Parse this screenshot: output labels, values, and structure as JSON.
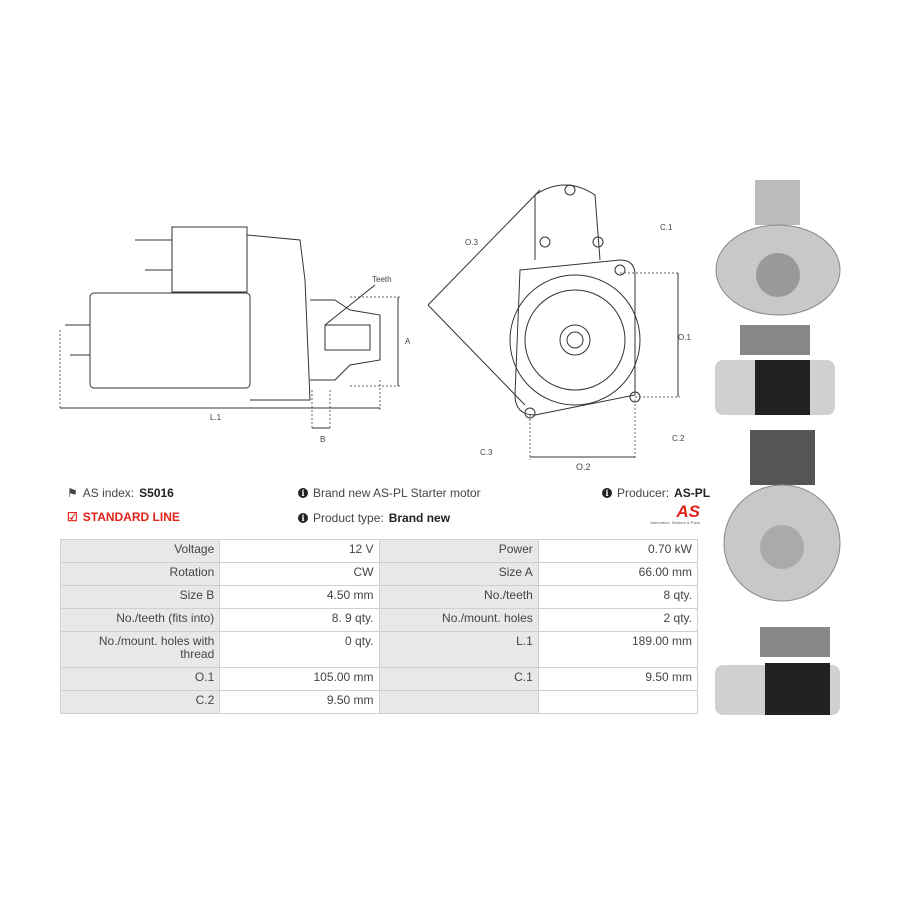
{
  "drawing_labels": {
    "teeth": "Teeth",
    "a": "A",
    "b": "B",
    "l1": "L.1",
    "o3": "O.3",
    "c1": "C.1",
    "o1": "O.1",
    "c2": "C.2",
    "o2": "O.2",
    "c3": "C.3"
  },
  "info": {
    "as_index_label": "AS index:",
    "as_index_value": "S5016",
    "standard_line": "STANDARD LINE",
    "description": "Brand new AS-PL Starter motor",
    "product_type_label": "Product type:",
    "product_type_value": "Brand new",
    "producer_label": "Producer:",
    "producer_value": "AS-PL",
    "logo_text": "AS",
    "logo_caption": "Alternators, Starters & Parts"
  },
  "colors": {
    "accent": "#e2231a",
    "key_bg": "#e8e8e8"
  },
  "specs": [
    [
      {
        "k": "Voltage",
        "v": "12 V"
      },
      {
        "k": "Power",
        "v": "0.70 kW"
      }
    ],
    [
      {
        "k": "Rotation",
        "v": "CW"
      },
      {
        "k": "Size A",
        "v": "66.00 mm"
      }
    ],
    [
      {
        "k": "Size B",
        "v": "4.50 mm"
      },
      {
        "k": "No./teeth",
        "v": "8 qty."
      }
    ],
    [
      {
        "k": "No./teeth (fits into)",
        "v": "8. 9 qty."
      },
      {
        "k": "No./mount. holes",
        "v": "2 qty."
      }
    ],
    [
      {
        "k": "No./mount. holes with thread",
        "v": "0 qty."
      },
      {
        "k": "L.1",
        "v": "189.00 mm"
      }
    ],
    [
      {
        "k": "O.1",
        "v": "105.00 mm"
      },
      {
        "k": "C.1",
        "v": "9.50 mm"
      }
    ],
    [
      {
        "k": "C.2",
        "v": "9.50 mm"
      },
      {
        "k": "",
        "v": ""
      }
    ]
  ]
}
